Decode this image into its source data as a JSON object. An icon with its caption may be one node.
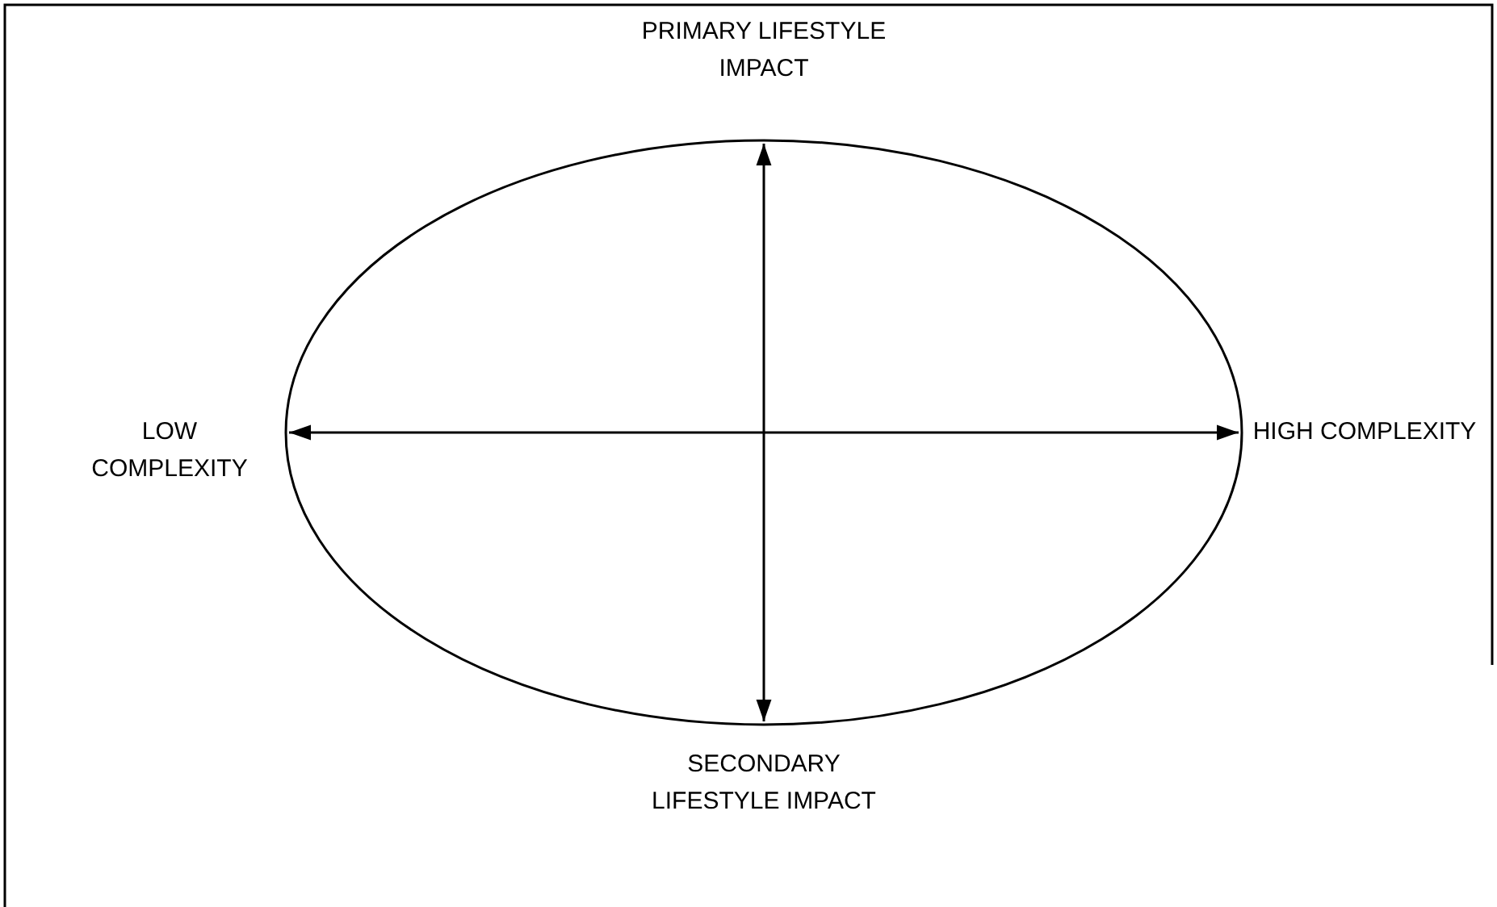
{
  "diagram": {
    "labels": [
      "PRIMARY LIFESTYLE IMPACT",
      "LOW COMPLEXITY",
      "HIGH COMPLEXITY",
      "SECONDARY LIFESTYLE IMPACT"
    ]
  }
}
